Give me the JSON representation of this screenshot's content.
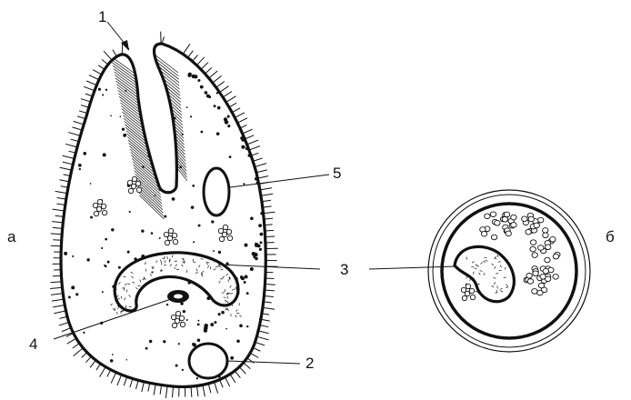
{
  "panels": {
    "left": {
      "letter": "а"
    },
    "right": {
      "letter": "б"
    }
  },
  "labels": {
    "n1": "1",
    "n2": "2",
    "n3": "3",
    "n4": "4",
    "n5": "5"
  },
  "colors": {
    "ink": "#111111",
    "paper": "#ffffff"
  }
}
